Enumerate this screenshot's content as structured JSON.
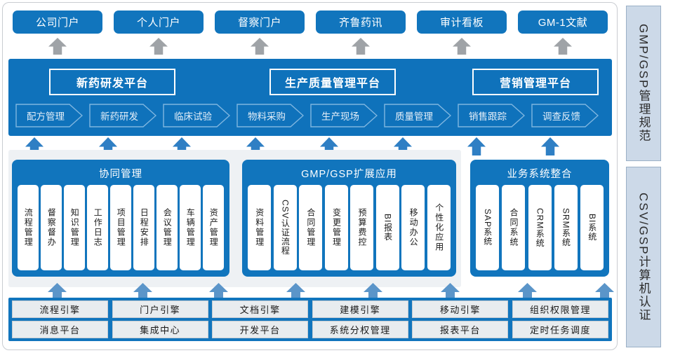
{
  "portals": [
    {
      "label": "公司门户"
    },
    {
      "label": "个人门户"
    },
    {
      "label": "督察门户"
    },
    {
      "label": "齐鲁药讯"
    },
    {
      "label": "审计看板"
    },
    {
      "label": "GM-1文献"
    }
  ],
  "platforms": [
    {
      "label": "新药研发平台"
    },
    {
      "label": "生产质量管理平台"
    },
    {
      "label": "营销管理平台"
    }
  ],
  "process_chevrons": [
    {
      "label": "配方管理"
    },
    {
      "label": "新药研发"
    },
    {
      "label": "临床试验"
    },
    {
      "label": "物料采购"
    },
    {
      "label": "生产现场"
    },
    {
      "label": "质量管理"
    },
    {
      "label": "销售跟踪"
    },
    {
      "label": "调查反馈"
    }
  ],
  "modules": [
    {
      "title": "协同管理",
      "cells": [
        {
          "label": "流程管理",
          "sideways": false
        },
        {
          "label": "督察督办",
          "sideways": false
        },
        {
          "label": "知识管理",
          "sideways": false
        },
        {
          "label": "工作日志",
          "sideways": false
        },
        {
          "label": "项目管理",
          "sideways": false
        },
        {
          "label": "日程安排",
          "sideways": false
        },
        {
          "label": "会议管理",
          "sideways": false
        },
        {
          "label": "车辆管理",
          "sideways": false
        },
        {
          "label": "资产管理",
          "sideways": false
        }
      ]
    },
    {
      "title": "GMP/GSP扩展应用",
      "cells": [
        {
          "label": "资料管理",
          "sideways": false
        },
        {
          "label": "CSV认证流程",
          "sideways": true
        },
        {
          "label": "合同管理",
          "sideways": false
        },
        {
          "label": "变更管理",
          "sideways": false
        },
        {
          "label": "预算费控",
          "sideways": false
        },
        {
          "label": "BI报表",
          "sideways": true
        },
        {
          "label": "移动办公",
          "sideways": false
        },
        {
          "label": "个性化应用",
          "sideways": false
        }
      ]
    },
    {
      "title": "业务系统整合",
      "cells": [
        {
          "label": "SAP系统",
          "sideways": true
        },
        {
          "label": "合同系统",
          "sideways": false
        },
        {
          "label": "CRM系统",
          "sideways": true
        },
        {
          "label": "SRM系统",
          "sideways": true
        },
        {
          "label": "BI系统",
          "sideways": true
        }
      ]
    }
  ],
  "engines": {
    "row1": [
      {
        "label": "流程引擎"
      },
      {
        "label": "门户引擎"
      },
      {
        "label": "文档引擎"
      },
      {
        "label": "建模引擎"
      },
      {
        "label": "移动引擎"
      },
      {
        "label": "组织权限管理"
      }
    ],
    "row2": [
      {
        "label": "消息平台"
      },
      {
        "label": "集成中心"
      },
      {
        "label": "开发平台"
      },
      {
        "label": "系统分权管理"
      },
      {
        "label": "报表平台"
      },
      {
        "label": "定时任务调度"
      }
    ]
  },
  "side_panels": [
    {
      "label": "GMP/GSP管理规范"
    },
    {
      "label": "CSV/GSP计算机认证"
    }
  ],
  "colors": {
    "primary_blue": "#1175bd",
    "band_blue": "#0f72bb",
    "arrow_gray": "#9fa3a7",
    "arrow_blue": "#2f7fc4",
    "arrow_light_blue": "#5b95c9",
    "side_panel_bg": "#ccd9e8",
    "engine_cell_bg": "#e8ecef",
    "backplate": "#eef1f4"
  }
}
